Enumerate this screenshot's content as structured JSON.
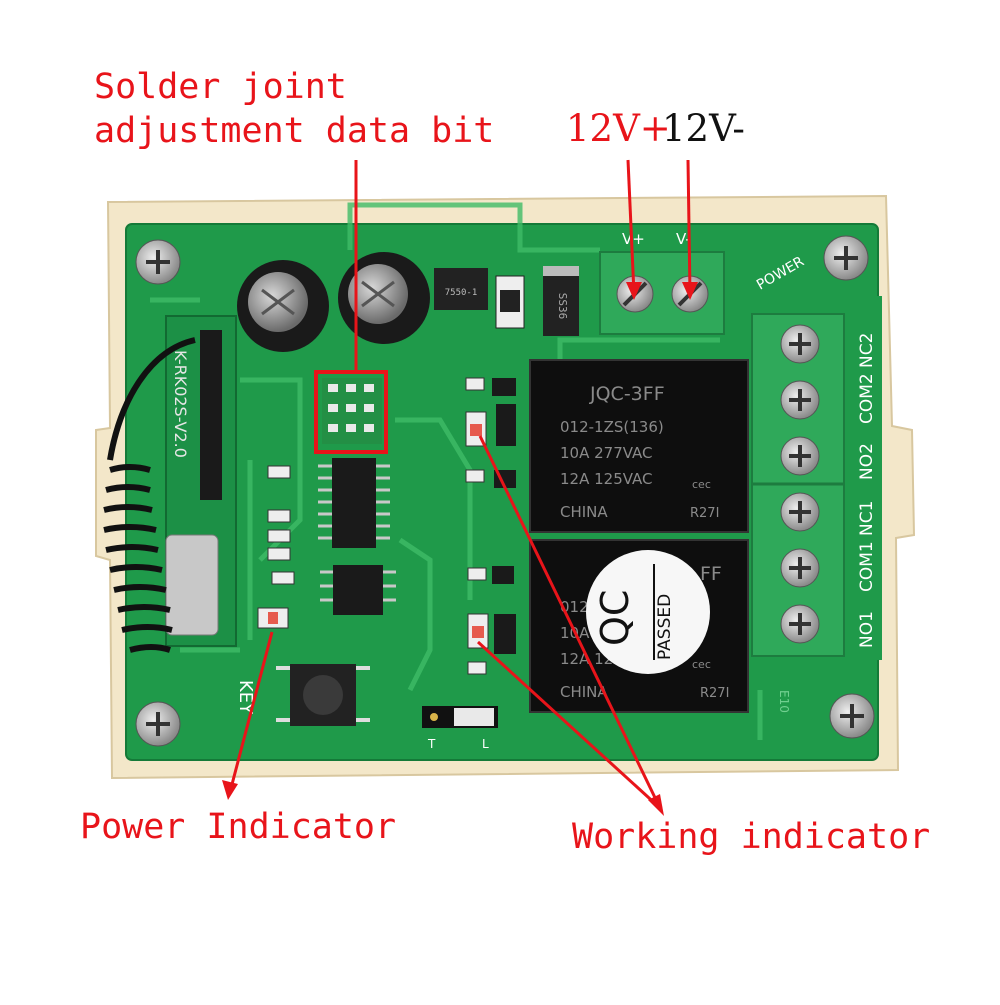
{
  "callouts": {
    "solder_line1": "Solder joint",
    "solder_line2": "adjustment data bit",
    "v_plus": "12V+",
    "v_minus": "12V-",
    "power_indicator": "Power Indicator",
    "working_indicator": "Working indicator"
  },
  "board": {
    "module_label": "K-RK02S-V2.0",
    "key_label": "KEY",
    "jumper_t": "T",
    "jumper_l": "L",
    "power_silk": "POWER",
    "terminal_vplus": "V+",
    "terminal_vminus": "V-",
    "diode": "SS36",
    "regulator": "7550-1",
    "relay_model": "JQC-3FF",
    "relay_line1": "012-1ZS(136)",
    "relay_line2": "10A 277VAC",
    "relay_line3": "12A 125VAC",
    "relay_origin": "CHINA",
    "relay_code": "R27I",
    "relay2_line1": "012-",
    "relay2_line2": "10A",
    "relay2_line3": "12A 12",
    "relay2_model_tail": "FF",
    "qc_text": "QC",
    "qc_sub": "PASSED",
    "terminals": [
      "NC2",
      "COM2",
      "NO2",
      "NC1",
      "COM1",
      "NO1"
    ],
    "cec": "cec"
  },
  "colors": {
    "callout_red": "#e8141a",
    "pcb_green": "#1f9a4a",
    "case_cream": "#f3e7c9"
  }
}
